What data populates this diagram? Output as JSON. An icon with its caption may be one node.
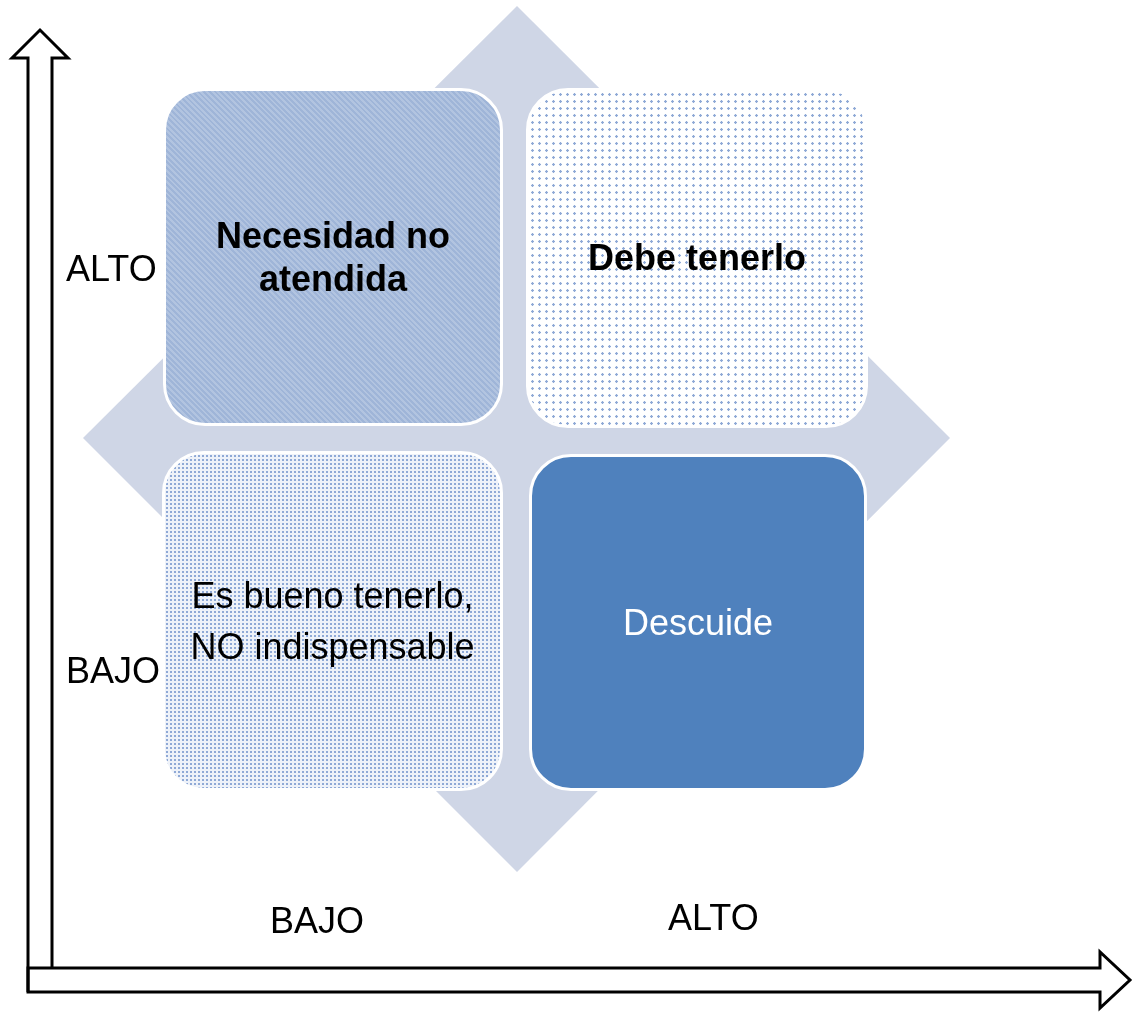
{
  "diagram": {
    "nodes": [
      {
        "text": [
          "Necesidad no atendida"
        ]
      },
      {
        "text": [
          "Debe tenerlo"
        ]
      },
      {
        "text": [
          "Es bueno tenerlo,",
          "NO indispensable"
        ]
      },
      {
        "text": [
          "Descuide"
        ]
      }
    ],
    "labels": [
      "ALTO",
      "BAJO",
      "BAJO",
      "ALTO"
    ]
  }
}
